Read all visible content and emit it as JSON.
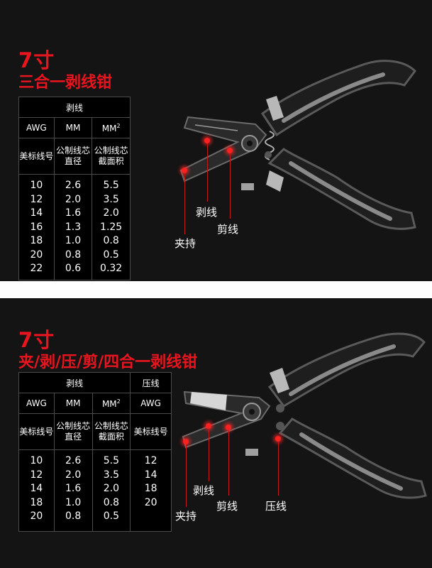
{
  "panel1": {
    "size": "7寸",
    "name": "三合一剥线钳",
    "table": {
      "group_header": "剥线",
      "headers": [
        "AWG",
        "MM",
        "MM",
        "2"
      ],
      "subheaders": [
        "美标线号",
        "公制线芯\n直径",
        "公制线芯\n截面积"
      ],
      "awg": "10\n12\n14\n16\n18\n20\n22",
      "mm": "2.6\n2.0\n1.6\n1.3\n1.0\n0.8\n0.6",
      "area": "5.5\n3.5\n2.0\n1.25\n0.8\n0.5\n0.32"
    },
    "callouts": [
      "剥线",
      "剪线",
      "夹持"
    ]
  },
  "panel2": {
    "size": "7寸",
    "name": "夹/剥/压/剪/四合一剥线钳",
    "table": {
      "group_header_1": "剥线",
      "group_header_2": "压线",
      "headers": [
        "AWG",
        "MM",
        "MM",
        "2",
        "AWG"
      ],
      "subheaders": [
        "美标线号",
        "公制线芯\n直径",
        "公制线芯\n截面积",
        "美标线号"
      ],
      "awg": "10\n12\n14\n18\n20",
      "mm": "2.6\n2.0\n1.6\n1.0\n0.8",
      "area": "5.5\n3.5\n2.0\n0.8\n0.5",
      "crimp_awg": "12\n14\n18\n20"
    },
    "callouts": [
      "剥线",
      "剪线",
      "压线",
      "夹持"
    ]
  }
}
